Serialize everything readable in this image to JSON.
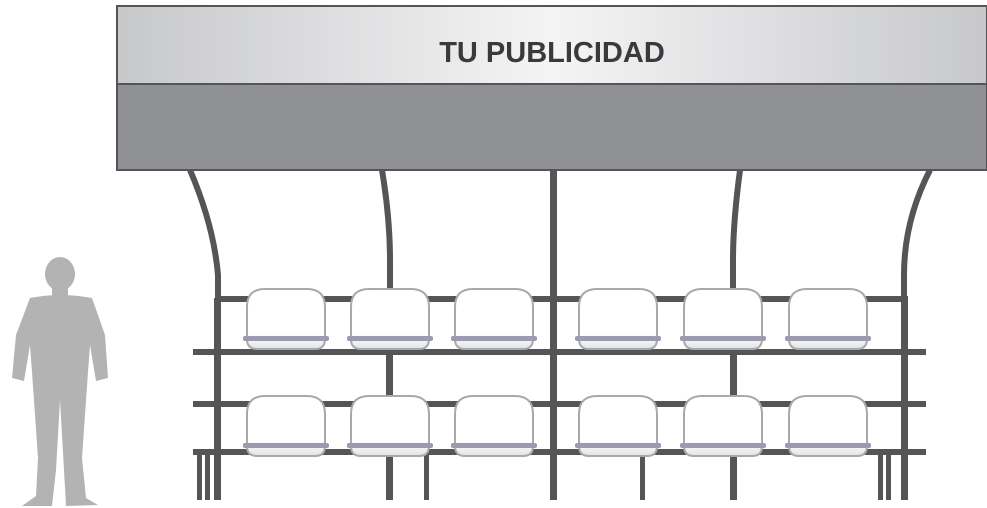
{
  "sign": {
    "text": "TU PUBLICIDAD"
  },
  "seat_rows": [
    {
      "row": "upper",
      "seat_count": 6
    },
    {
      "row": "lower",
      "seat_count": 6
    }
  ],
  "colors": {
    "frame": "#555557",
    "panel_dark": "#909194",
    "panel_light_edge": "#c8c9cb",
    "panel_light_center": "#f3f3f4",
    "seat_fill": "#ffffff",
    "seat_outline": "#a8a9ab",
    "seat_rim": "#9a9bb0",
    "silhouette": "#b3b3b3"
  }
}
